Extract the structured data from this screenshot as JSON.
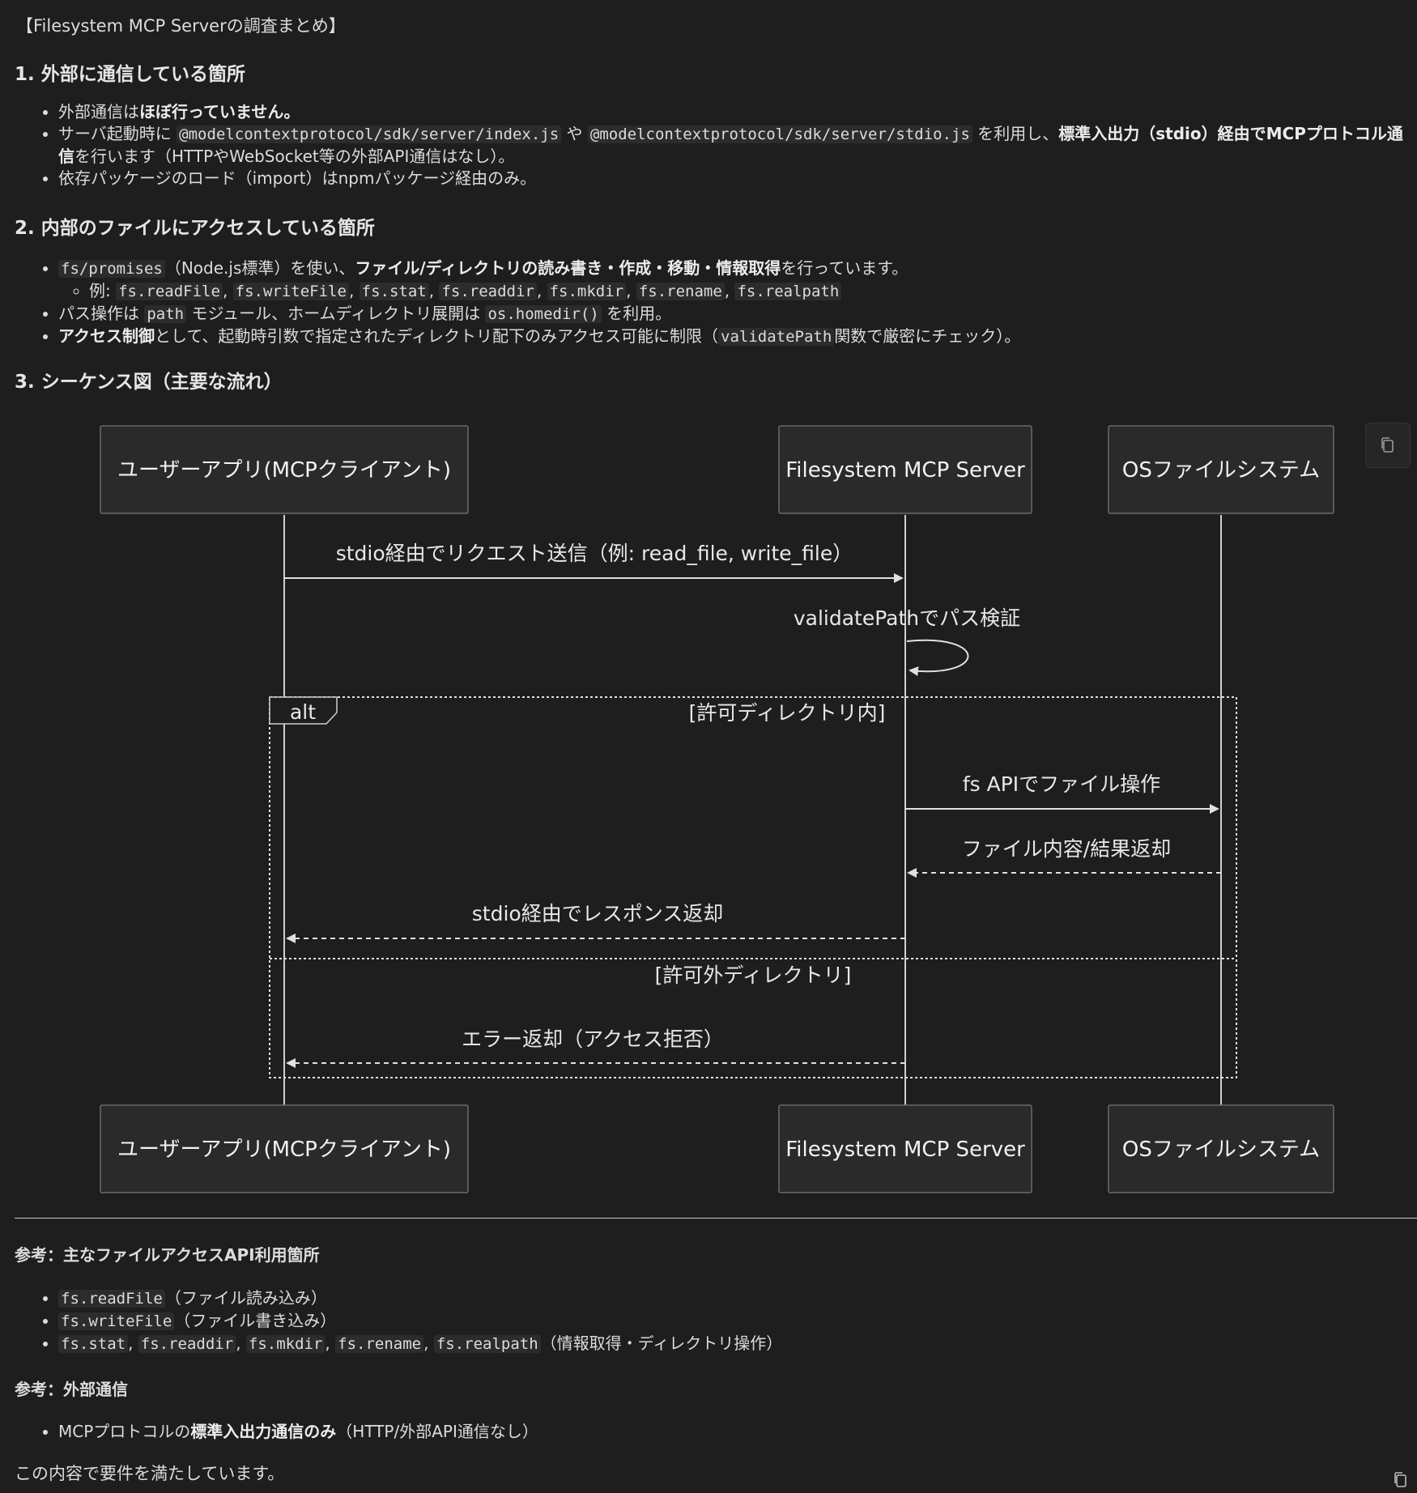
{
  "title": "【Filesystem MCP Serverの調査まとめ】",
  "section1": {
    "heading": "1. 外部に通信している箇所",
    "items": [
      {
        "pre": "外部通信は",
        "bold": "ほぼ行っていません。"
      },
      {
        "pre": "サーバ起動時に",
        "code1": "@modelcontextprotocol/sdk/server/index.js",
        "mid": "や",
        "code2": "@modelcontextprotocol/sdk/server/stdio.js",
        "mid2": "を利用し、",
        "bold": "標準入出力（stdio）経由でMCPプロトコル通信",
        "post": "を行います（HTTPやWebSocket等の外部API通信はなし）。"
      },
      {
        "text": "依存パッケージのロード（import）はnpmパッケージ経由のみ。"
      }
    ]
  },
  "section2": {
    "heading": "2. 内部のファイルにアクセスしている箇所",
    "item1": {
      "code": "fs/promises",
      "mid": "（Node.js標準）を使い、",
      "bold": "ファイル/ディレクトリの読み書き・作成・移動・情報取得",
      "post": "を行っています。"
    },
    "sub": {
      "label": "例:",
      "codes": [
        "fs.readFile",
        "fs.writeFile",
        "fs.stat",
        "fs.readdir",
        "fs.mkdir",
        "fs.rename",
        "fs.realpath"
      ],
      "sep": ","
    },
    "item2": {
      "pre": "パス操作は",
      "code1": "path",
      "mid": "モジュール、ホームディレクトリ展開は",
      "code2": "os.homedir()",
      "post": "を利用。"
    },
    "item3": {
      "bold": "アクセス制御",
      "mid": "として、起動時引数で指定されたディレクトリ配下のみアクセス可能に制限（",
      "code": "validatePath",
      "post": "関数で厳密にチェック）。"
    }
  },
  "section3": {
    "heading": "3. シーケンス図（主要な流れ）"
  },
  "diagram": {
    "actors": [
      "ユーザーアプリ(MCPクライアント)",
      "Filesystem MCP Server",
      "OSファイルシステム"
    ],
    "messages": {
      "request": "stdio経由でリクエスト送信（例: read_file, write_file）",
      "validate": "validatePathでパス検証",
      "fs_op": "fs APIでファイル操作",
      "fs_result": "ファイル内容/結果返却",
      "response": "stdio経由でレスポンス返却",
      "error": "エラー返却（アクセス拒否）"
    },
    "alt": {
      "label": "alt",
      "cond1": "[許可ディレクトリ内]",
      "cond2": "[許可外ディレクトリ]"
    }
  },
  "ref1": {
    "heading": "参考：主なファイルアクセスAPI利用箇所",
    "items": [
      {
        "code": "fs.readFile",
        "text": "（ファイル読み込み）"
      },
      {
        "code": "fs.writeFile",
        "text": "（ファイル書き込み）"
      },
      {
        "codes": [
          "fs.stat",
          "fs.readdir",
          "fs.mkdir",
          "fs.rename",
          "fs.realpath"
        ],
        "sep": ",",
        "text": "（情報取得・ディレクトリ操作）"
      }
    ]
  },
  "ref2": {
    "heading": "参考：外部通信",
    "item": {
      "pre": "MCPプロトコルの",
      "bold": "標準入出力通信のみ",
      "post": "（HTTP/外部API通信なし）"
    }
  },
  "closing": "この内容で要件を満たしています。",
  "icons": {
    "copy": "copy-icon"
  }
}
